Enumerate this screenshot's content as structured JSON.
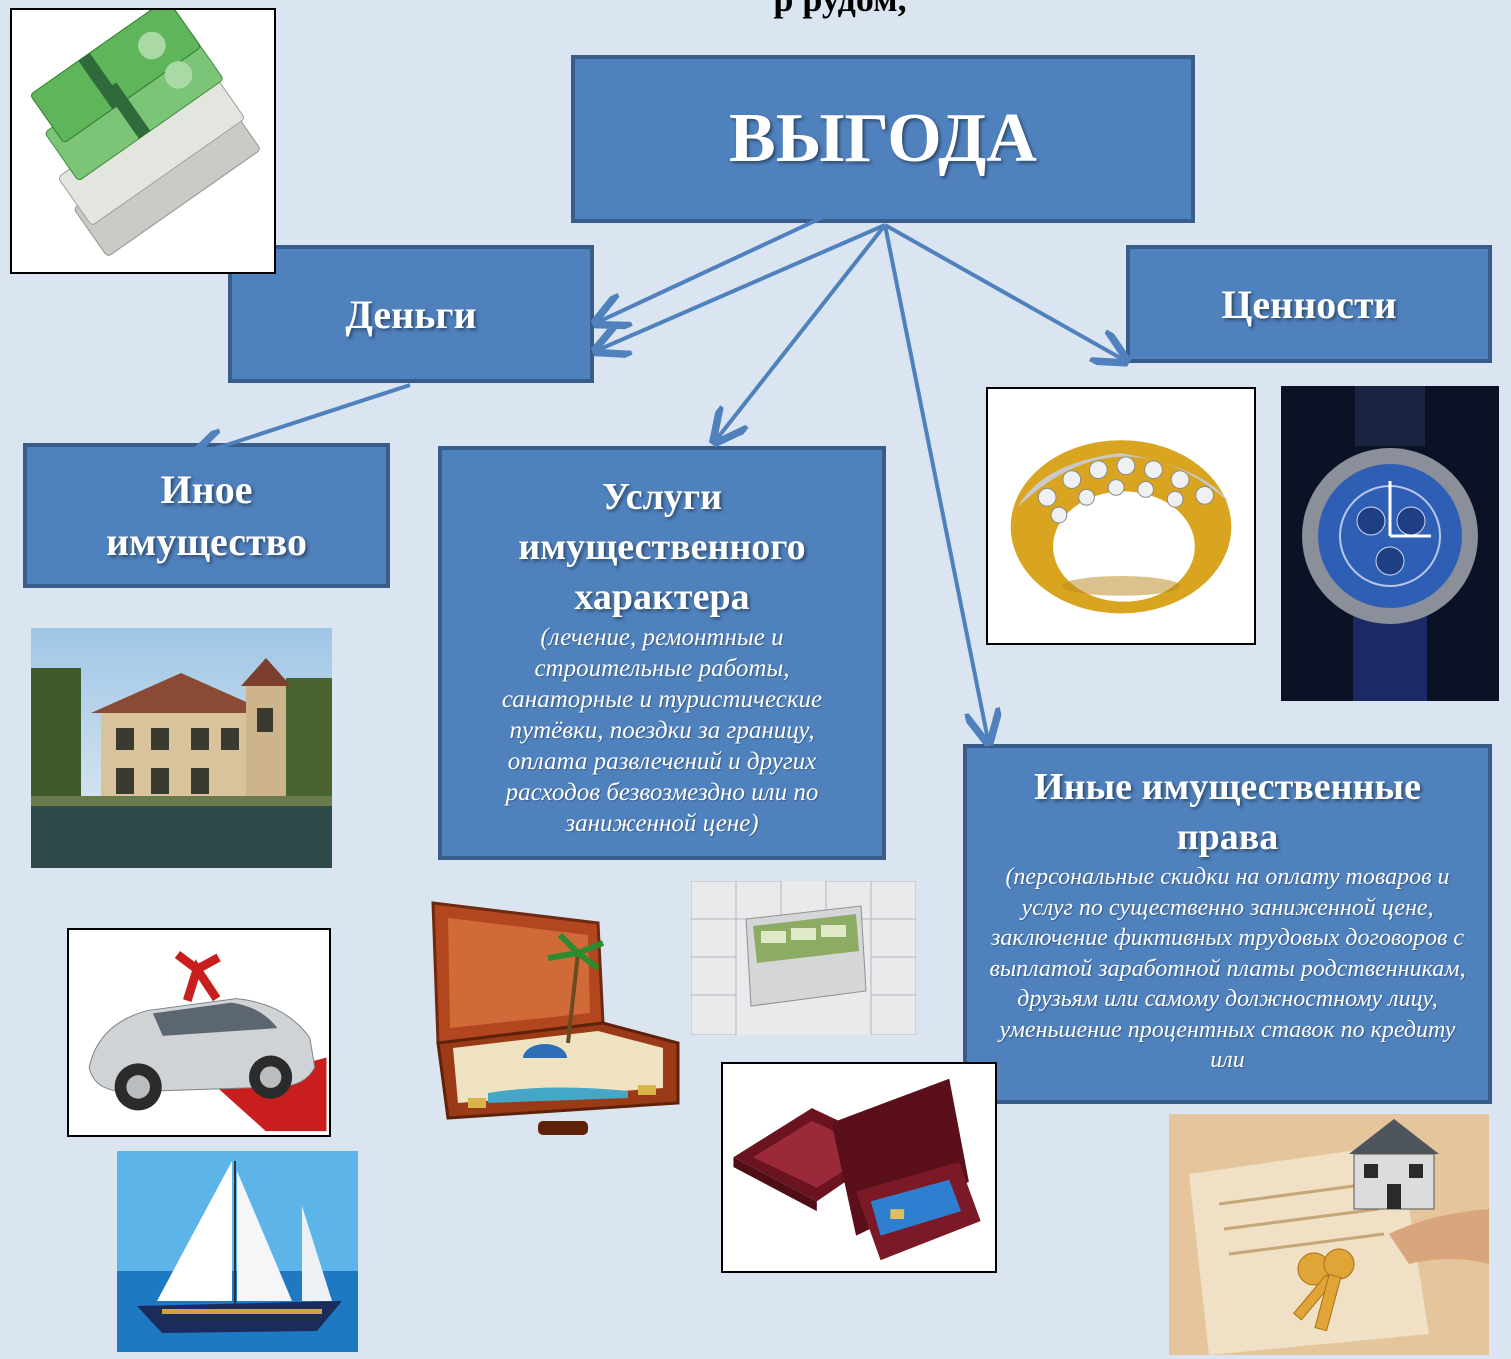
{
  "header_fragment": "р                    рудом,",
  "nodes": {
    "root": {
      "title": "ВЫГОДА"
    },
    "money": {
      "title": "Деньги"
    },
    "valuables": {
      "title": "Ценности"
    },
    "other_property": {
      "title": "Иное имущество"
    },
    "services": {
      "title": "Услуги имущественного характера",
      "note": "(лечение, ремонтные и строительные работы, санаторные и туристические путёвки, поездки за границу, оплата развлечений и других расходов безвозмездно или по заниженной цене)"
    },
    "rights": {
      "title": "Иные имущественные права",
      "note": "(персональные скидки на оплату товаров и услуг по существенно заниженной цене, заключение фиктивных трудовых договоров с выплатой заработной платы родственникам, друзьям или самому должностному лицу, уменьшение процентных ставок по кредиту или"
    }
  },
  "colors": {
    "background": "#dbe5f1",
    "box_fill": "#4f81bd",
    "box_border": "#385d8a",
    "arrow": "#4f81bd",
    "text": "#ffffff"
  },
  "images": [
    "money-stack-image",
    "ring-image",
    "watch-image",
    "house-image",
    "car-gift-image",
    "yacht-image",
    "suitcase-beach-image",
    "safe-deposit-image",
    "gift-box-card-image",
    "house-keys-image"
  ]
}
